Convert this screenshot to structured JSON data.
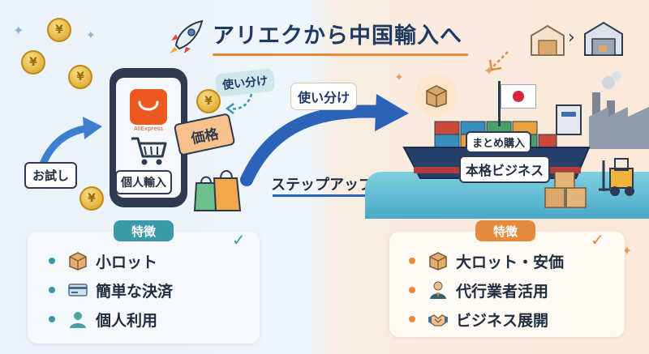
{
  "title": "アリエクから中国輸入へ",
  "left": {
    "app_name": "AliExpress",
    "phone_label": "個人輸入",
    "price_tag": "価格",
    "trial_label": "お試し",
    "use_label": "使い分け",
    "feature_badge": "特徴",
    "features": [
      {
        "icon": "box-icon",
        "text": "小ロット"
      },
      {
        "icon": "credit-card-icon",
        "text": "簡単な決済"
      },
      {
        "icon": "person-icon",
        "text": "個人利用"
      }
    ]
  },
  "middle": {
    "use_label": "使い分け",
    "step_up_label": "ステップアップ"
  },
  "right": {
    "bulk_label": "まとめ購入",
    "business_label": "本格ビジネス",
    "feature_badge": "特徴",
    "features": [
      {
        "icon": "box-icon",
        "text": "大ロット・安価"
      },
      {
        "icon": "agent-icon",
        "text": "代行業者活用"
      },
      {
        "icon": "handshake-icon",
        "text": "ビジネス展開"
      }
    ]
  },
  "colors": {
    "left_accent": "#3a9aa8",
    "right_accent": "#e48a3c",
    "navy": "#1f3a63"
  }
}
